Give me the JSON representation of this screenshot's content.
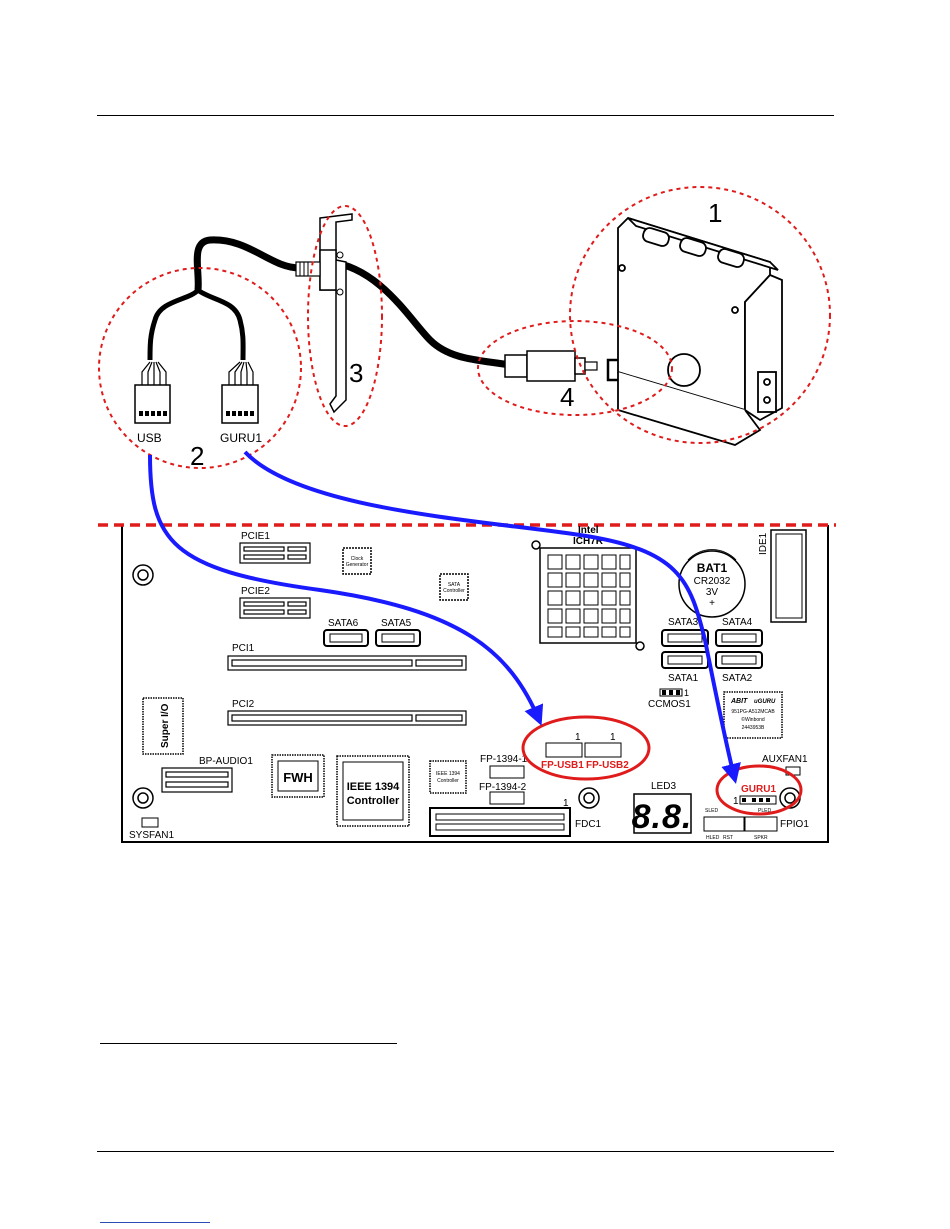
{
  "callouts": {
    "n1": "1",
    "n2": "2",
    "n3": "3",
    "n4": "4"
  },
  "cable": {
    "usb": "USB",
    "guru": "GURU1"
  },
  "board": {
    "pcie1": "PCIE1",
    "pcie2": "PCIE2",
    "pci1": "PCI1",
    "pci2": "PCI2",
    "clock": [
      "Clock",
      "Generator"
    ],
    "sata_ctrl": [
      "SATA",
      "Controller"
    ],
    "sata6": "SATA6",
    "sata5": "SATA5",
    "sata3": "SATA3",
    "sata4": "SATA4",
    "sata1": "SATA1",
    "sata2": "SATA2",
    "intel": "Intel",
    "ich7r": "ICH7R",
    "ide": "IDE1",
    "bat": [
      "BAT1",
      "CR2032",
      "3V",
      "+"
    ],
    "ccmos": "CCMOS1",
    "ccmos_pin": "1",
    "winbond": [
      "ABIT",
      "uGURU",
      "951PG-A512MCAB",
      "©Winbond",
      "2443953B"
    ],
    "superio": "Super I/O",
    "bpaudio": "BP-AUDIO1",
    "fwh": "FWH",
    "ieee": [
      "IEEE 1394",
      "Controller"
    ],
    "ieee_small": [
      "IEEE 1394",
      "Controller"
    ],
    "fp1394_1": "FP-1394-1",
    "fp1394_2": "FP-1394-2",
    "fpusb1": "FP-USB1",
    "fpusb2": "FP-USB2",
    "pin1": "1",
    "fdc": "FDC1",
    "led3": "LED3",
    "led_digits": "8.8.",
    "auxfan": "AUXFAN1",
    "guru1": "GURU1",
    "fpio": "FPIO1",
    "sled": "SLED",
    "pled": "PLED",
    "hled": "HLED",
    "rst": "RST",
    "spkr": "SPKR",
    "sysfan": "SYSFAN1"
  },
  "colors": {
    "callout": "#e01b1b",
    "arrow": "#1a1aff",
    "board_line": "#000000"
  }
}
